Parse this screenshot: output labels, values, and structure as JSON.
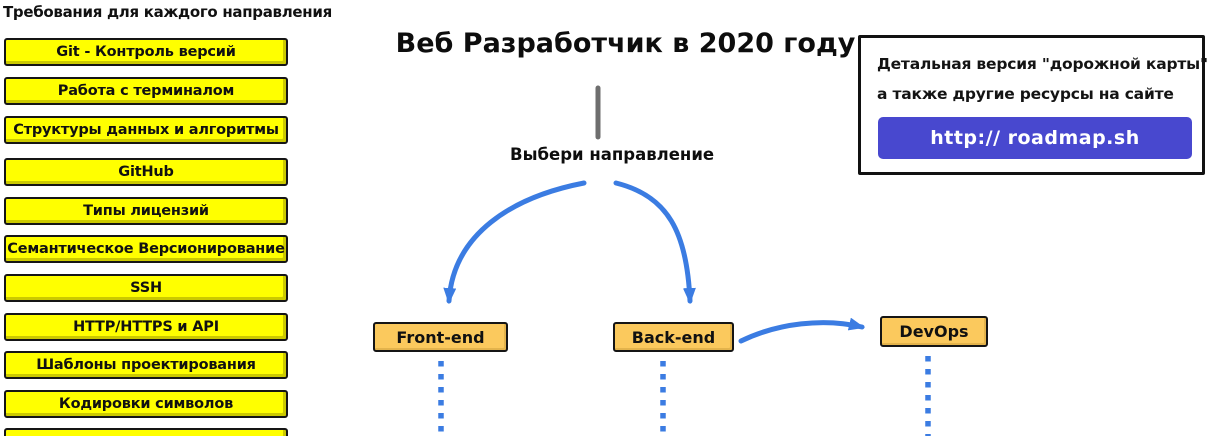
{
  "colors": {
    "highlight_yellow": "#FFFF00",
    "node_orange": "#FBC95D",
    "arrow_blue": "#3B7CE2",
    "button_indigo": "#4848CF",
    "connector_gray": "#6E6E6E",
    "border_black": "#151515"
  },
  "sidebar": {
    "heading": "Требования для каждого направления",
    "items": [
      "Git - Контроль версий",
      "Работа с терминалом",
      "Структуры данных и алгоритмы",
      "GitHub",
      "Типы лицензий",
      "Семантическое Версионирование",
      "SSH",
      "HTTP/HTTPS и API",
      "Шаблоны проектирования",
      "Кодировки символов"
    ]
  },
  "main": {
    "title": "Веб Разработчик в 2020 году",
    "choose_label": "Выбери направление"
  },
  "nodes": [
    {
      "label": "Front-end"
    },
    {
      "label": "Back-end"
    },
    {
      "label": "DevOps"
    }
  ],
  "info_card": {
    "line1": "Детальная версия \"дорожной карты\",",
    "line2": "а также другие ресурсы на сайте",
    "button_label": "http:// roadmap.sh"
  }
}
